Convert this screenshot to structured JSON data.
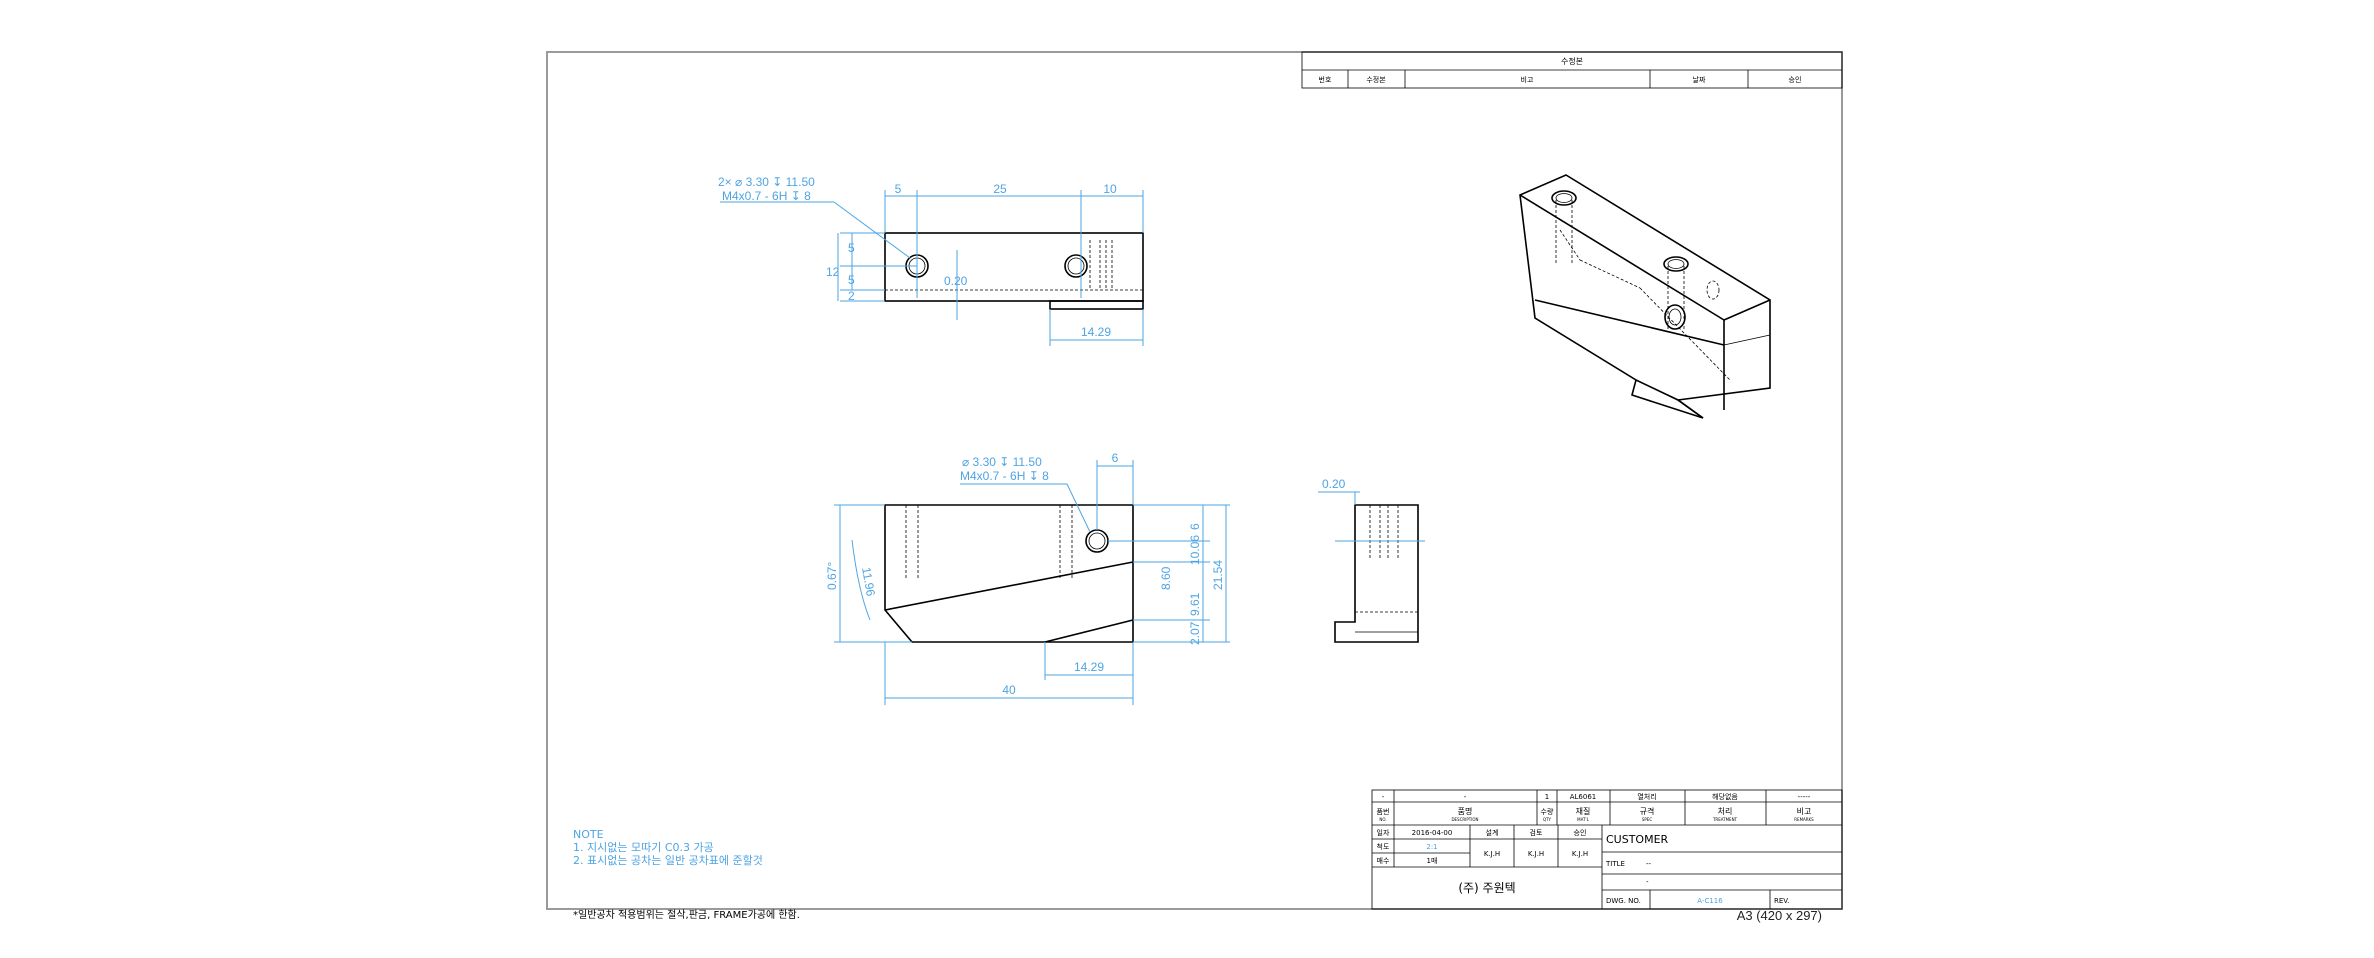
{
  "revision_table": {
    "title": "수정본",
    "columns": [
      "번호",
      "수정본",
      "비고",
      "날짜",
      "승인"
    ]
  },
  "front_view": {
    "callout_line1": "2× ⌀ 3.30 ↧ 11.50",
    "callout_line2": "M4x0.7 - 6H ↧ 8",
    "dims": {
      "top_5": "5",
      "top_25": "25",
      "top_10": "10",
      "left_5a": "5",
      "left_12": "12",
      "left_5b": "5",
      "left_2": "2",
      "mid_020": "0.20",
      "bottom_1429": "14.29"
    }
  },
  "side_view": {
    "callout_line1": "⌀ 3.30 ↧ 11.50",
    "callout_line2": "M4x0.7 - 6H ↧ 8",
    "dims": {
      "top_6": "6",
      "r_6": "6",
      "r_1006": "10.06",
      "r_2154": "21.54",
      "r_86": "8.60",
      "r_961": "9.61",
      "r_207": "2.07",
      "l_067": "0.67°",
      "l_1196": "11.96",
      "bottom_1429": "14.29",
      "bottom_40": "40"
    }
  },
  "end_view": {
    "dim_020": "0.20"
  },
  "notes": {
    "heading": "NOTE",
    "line1": "1. 지시없는 모따기 C0.3 가공",
    "line2": "2. 표시없는 공차는 일반 공차표에 준할것"
  },
  "footer_note": "*일반공차 적용범위는 절삭,판금, FRAME가공에 한함.",
  "paper_size": "A3 (420 x 297)",
  "title_block": {
    "r1_c1": "-",
    "r1_c2": "-",
    "r1_c3": "1",
    "r1_c4": "AL6061",
    "r1_c5": "열처리",
    "r1_c6": "해당없음",
    "r1_c7": "-----",
    "h_no": "품번",
    "h_no_en": "NO.",
    "h_name": "품명",
    "h_name_en": "DESCRIPTION",
    "h_qty": "수량",
    "h_qty_en": "QTY",
    "h_mat": "재질",
    "h_mat_en": "MAT'L",
    "h_std": "규격",
    "h_std_en": "SPEC",
    "h_trt": "처리",
    "h_trt_en": "TREATMENT",
    "h_rmk": "비고",
    "h_rmk_en": "REMARKS",
    "date_lbl": "일자",
    "date_val": "2016-04-00",
    "design_lbl": "설계",
    "check_lbl": "검토",
    "approve_lbl": "승인",
    "scale_lbl": "척도",
    "scale_val": "2:1",
    "sheet_lbl": "매수",
    "sheet_val": "1매",
    "design_val": "K.J.H",
    "check_val": "K.J.H",
    "approve_val": "K.J.H",
    "company": "(주) 주원텍",
    "customer": "CUSTOMER",
    "title_lbl": "TITLE",
    "title_val": "--",
    "blank_val": "-",
    "dwg_lbl": "DWG. NO.",
    "dwg_val": "A-C116",
    "rev_lbl": "REV."
  }
}
